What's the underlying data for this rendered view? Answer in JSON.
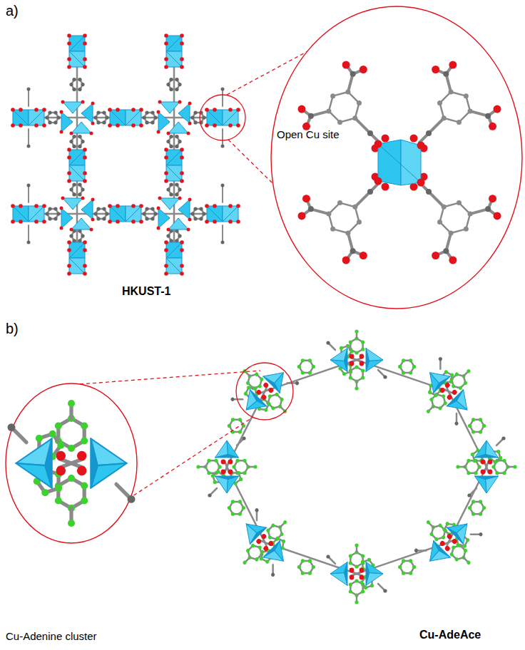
{
  "diagram": {
    "labels": [
      "a)",
      "Open Cu site",
      "HKUST-1",
      "b)",
      "Cu-Adenine cluster",
      "Cu-AdeAce"
    ]
  }
}
